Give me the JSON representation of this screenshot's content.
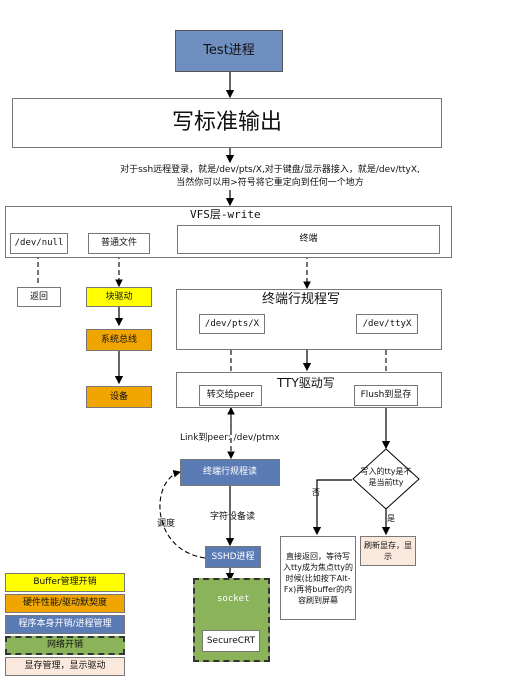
{
  "process": "Test进程",
  "stdout": "写标准输出",
  "note_line1": "对于ssh远程登录，就是/dev/pts/X,对于键盘/显示器接入，就是/dev/ttyX,",
  "note_line2": "当然你可以用>符号将它重定向到任何一个地方",
  "vfs": {
    "title": "VFS层-write",
    "null": "/dev/null",
    "file": "普通文件",
    "terminal": "终端"
  },
  "ret": "返回",
  "block_driver": "块驱动",
  "system_bus": "系统总线",
  "device": "设备",
  "ldisc_write": {
    "title": "终端行规程写",
    "pts": "/dev/pts/X",
    "tty": "/dev/ttyX"
  },
  "tty_driver": {
    "title": "TTY驱动写",
    "peer": "转交给peer",
    "flush": "Flush到显存"
  },
  "link": "Link到peer: /dev/ptmx",
  "ldisc_read": "终端行规程读",
  "char_dev_read": "字符设备读",
  "schedule": "调度",
  "sshd": "SSHD进程",
  "socket": "socket",
  "securecrt": "SecureCRT",
  "decision": "写入的tty是不是当前tty",
  "no_label": "否",
  "yes_label": "是",
  "no_result": "直接返回，等待写入tty成为焦点tty的时候(比如按下Alt-Fx)再将buffer的内容刷到屏幕",
  "yes_result": "刷新显存，显示",
  "legend": [
    {
      "label": "Buffer管理开销",
      "color": "#ffff00"
    },
    {
      "label": "硬件性能/驱动默契度",
      "color": "#f0a500"
    },
    {
      "label": "程序本身开销/进程管理",
      "color": "#5b7bb5"
    },
    {
      "label": "网络开销",
      "color": "#8bb45a"
    },
    {
      "label": "显存管理，显示驱动",
      "color": "#fbe9dd"
    }
  ]
}
